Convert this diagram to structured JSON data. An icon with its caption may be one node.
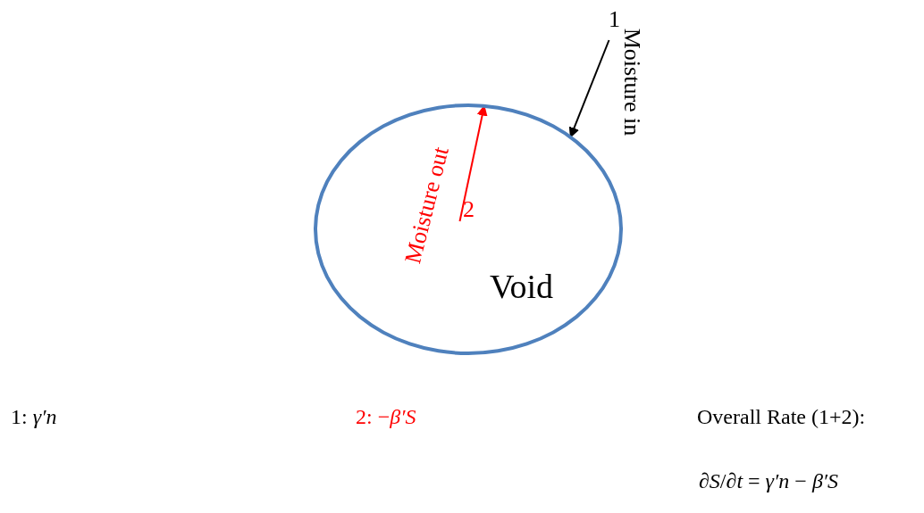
{
  "diagram": {
    "nodes": [
      {
        "text": [
          "Void"
        ]
      },
      {
        "text": [
          "1"
        ]
      },
      {
        "text": [
          "2"
        ],
        "in": 0
      }
    ],
    "edges": [
      {
        "from": 1,
        "to": 0,
        "arrow": "to",
        "label": "Moisture in"
      },
      {
        "from": 2,
        "to": 0,
        "arrow": "to",
        "label": "Moisture out",
        "color": "#ff0000"
      }
    ],
    "labels": [
      "1: *γ′n*",
      "2: −*β′S*",
      "Overall Rate (1+2):",
      "*∂S*/*∂t* = *γ′n* − *β′S*"
    ]
  }
}
